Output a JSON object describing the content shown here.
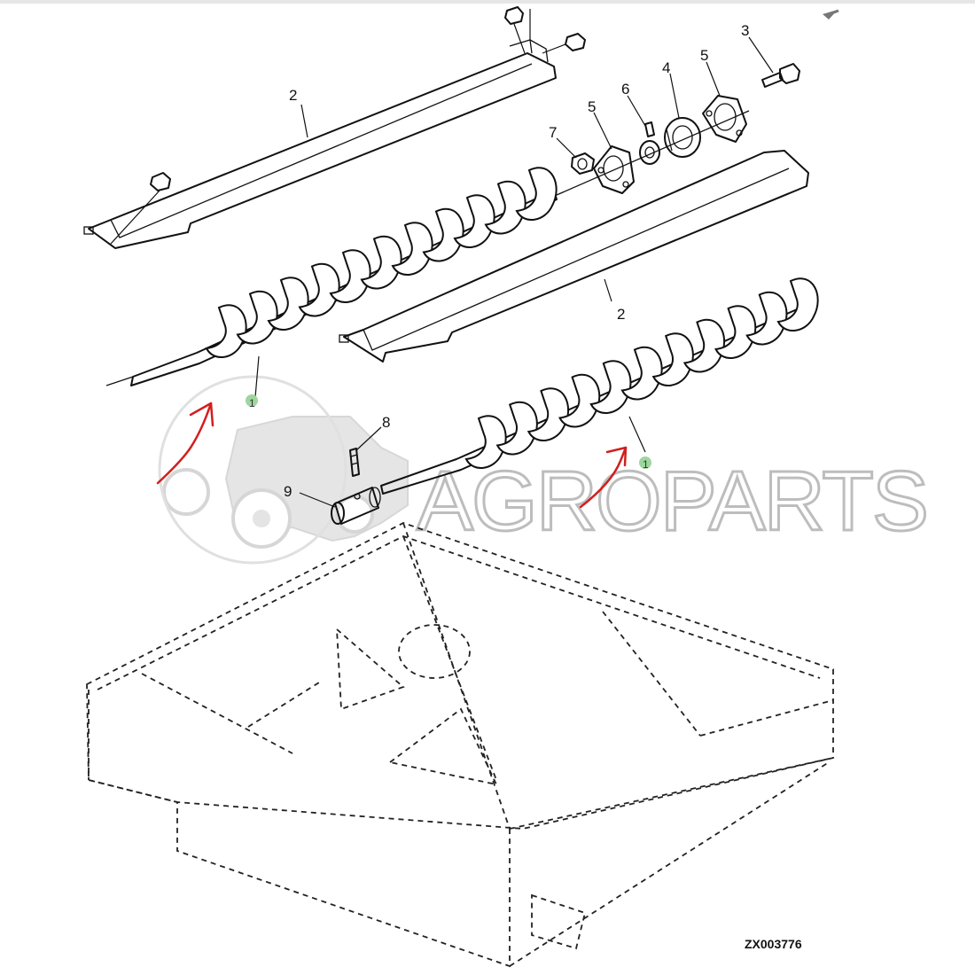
{
  "toolbar": {
    "back_icon": "back-arrow-icon"
  },
  "watermark": {
    "text": "AGROPARTS",
    "logo_icon": "tractor-logo-icon"
  },
  "callouts": {
    "c1a": "1",
    "c1b": "1",
    "c2a": "2",
    "c2b": "2",
    "c3": "3",
    "c4": "4",
    "c5a": "5",
    "c5b": "5",
    "c6": "6",
    "c7": "7",
    "c8": "8",
    "c9": "9"
  },
  "drawing_code": "ZX003776",
  "colors": {
    "annotation": "#d21f1f",
    "highlight_dot": "#8fcf8f",
    "watermark": "#bdbdbd"
  }
}
